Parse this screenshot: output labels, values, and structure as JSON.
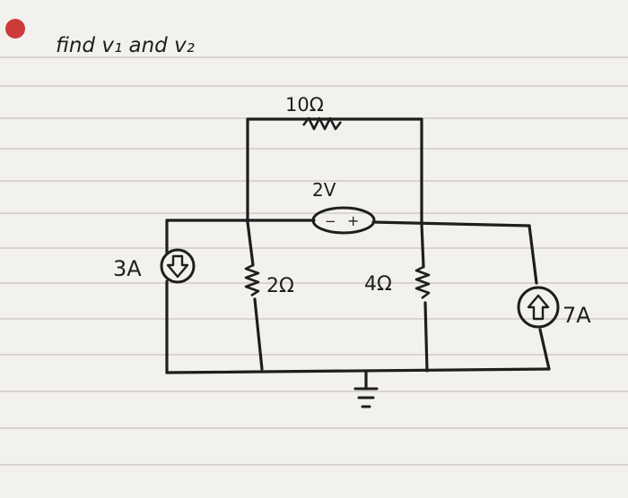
{
  "prompt": "find v₁ and v₂",
  "components": {
    "resistor_top": "10Ω",
    "voltage_source": "2V",
    "voltage_polarity_minus": "−",
    "voltage_polarity_plus": "+",
    "current_source_left": "3A",
    "resistor_middle_left": "2Ω",
    "resistor_middle_right": "4Ω",
    "current_source_right": "7A"
  },
  "colors": {
    "paper": "#f3f1ee",
    "ruled_line": "#c9c4c0",
    "ink": "#1e1e1e",
    "tab": "#cc3a3a"
  },
  "icons": {
    "ground": "ground-symbol-icon",
    "source_arrow_down": "arrow-down-icon",
    "source_arrow_up": "arrow-up-icon"
  }
}
